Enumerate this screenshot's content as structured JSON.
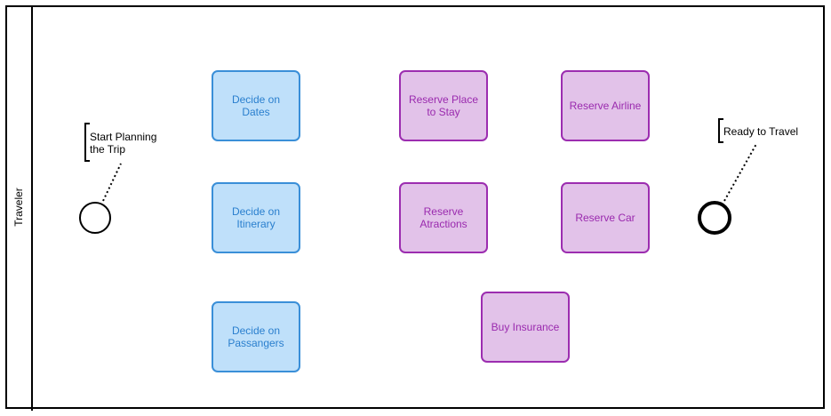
{
  "lane": {
    "label": "Traveler"
  },
  "events": {
    "start_annotation": "Start Planning\nthe Trip",
    "end_annotation": "Ready to Travel"
  },
  "tasks": {
    "decide_dates": "Decide on Dates",
    "decide_itinerary": "Decide on\nItinerary",
    "decide_passengers": "Decide on\nPassangers",
    "reserve_place": "Reserve Place\nto Stay",
    "reserve_attractions": "Reserve\nAtractions",
    "buy_insurance": "Buy Insurance",
    "reserve_airline": "Reserve Airline",
    "reserve_car": "Reserve Car"
  },
  "colors": {
    "planning_fill": "#bfe0fa",
    "planning_stroke": "#3a8fd8",
    "reservation_fill": "#e2c2e9",
    "reservation_stroke": "#9c2db0"
  }
}
